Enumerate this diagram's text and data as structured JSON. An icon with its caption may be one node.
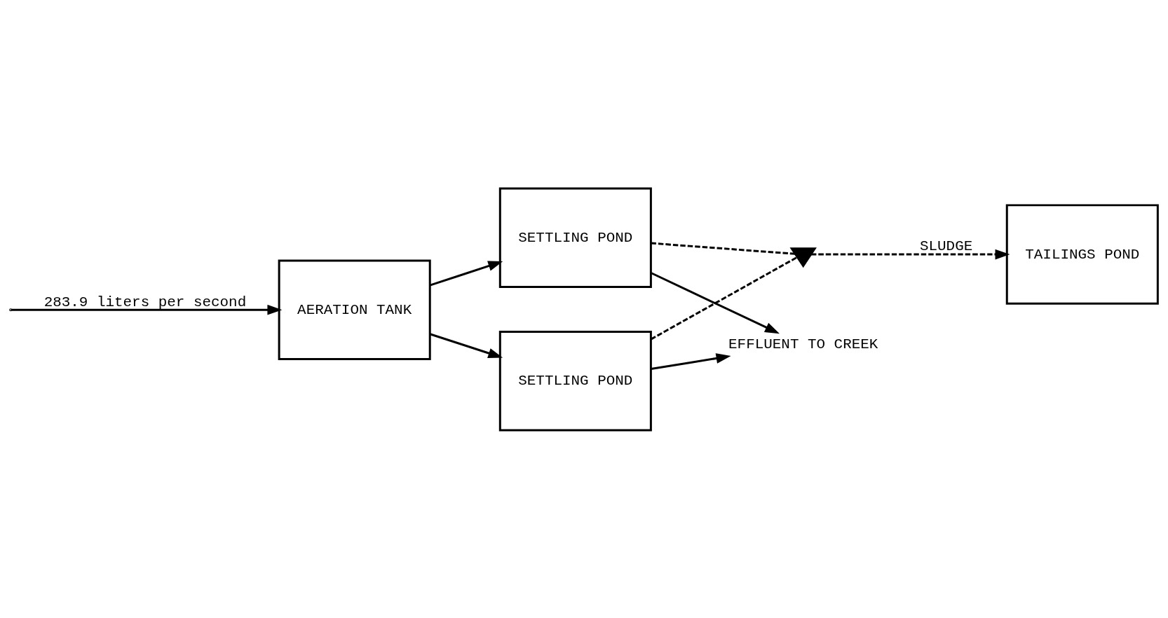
{
  "diagram": {
    "nodes": [
      {
        "text": [
          "AERATION TANK"
        ]
      },
      {
        "text": [
          "SETTLING POND"
        ]
      },
      {
        "text": [
          "SETTLING POND"
        ]
      },
      {
        "text": [],
        "shape": "valve"
      },
      {
        "text": [
          "EFFLUENT TO CREEK"
        ]
      },
      {
        "text": [
          "TAILINGS POND"
        ]
      }
    ],
    "edges": [
      {
        "from": null,
        "to": 0,
        "arrow": "to",
        "label": "283.9 liters per second"
      },
      {
        "from": 0,
        "to": 1,
        "arrow": "to"
      },
      {
        "from": 0,
        "to": 2,
        "arrow": "to"
      },
      {
        "from": 1,
        "to": 4,
        "arrow": "to"
      },
      {
        "from": 2,
        "to": 4,
        "arrow": "to"
      },
      {
        "from": 1,
        "to": 3,
        "arrow": "none",
        "style": "dashed"
      },
      {
        "from": 2,
        "to": 3,
        "arrow": "none",
        "style": "dashed"
      },
      {
        "from": 3,
        "to": 5,
        "arrow": "to",
        "style": "dashed",
        "label": "SLUDGE"
      }
    ]
  }
}
